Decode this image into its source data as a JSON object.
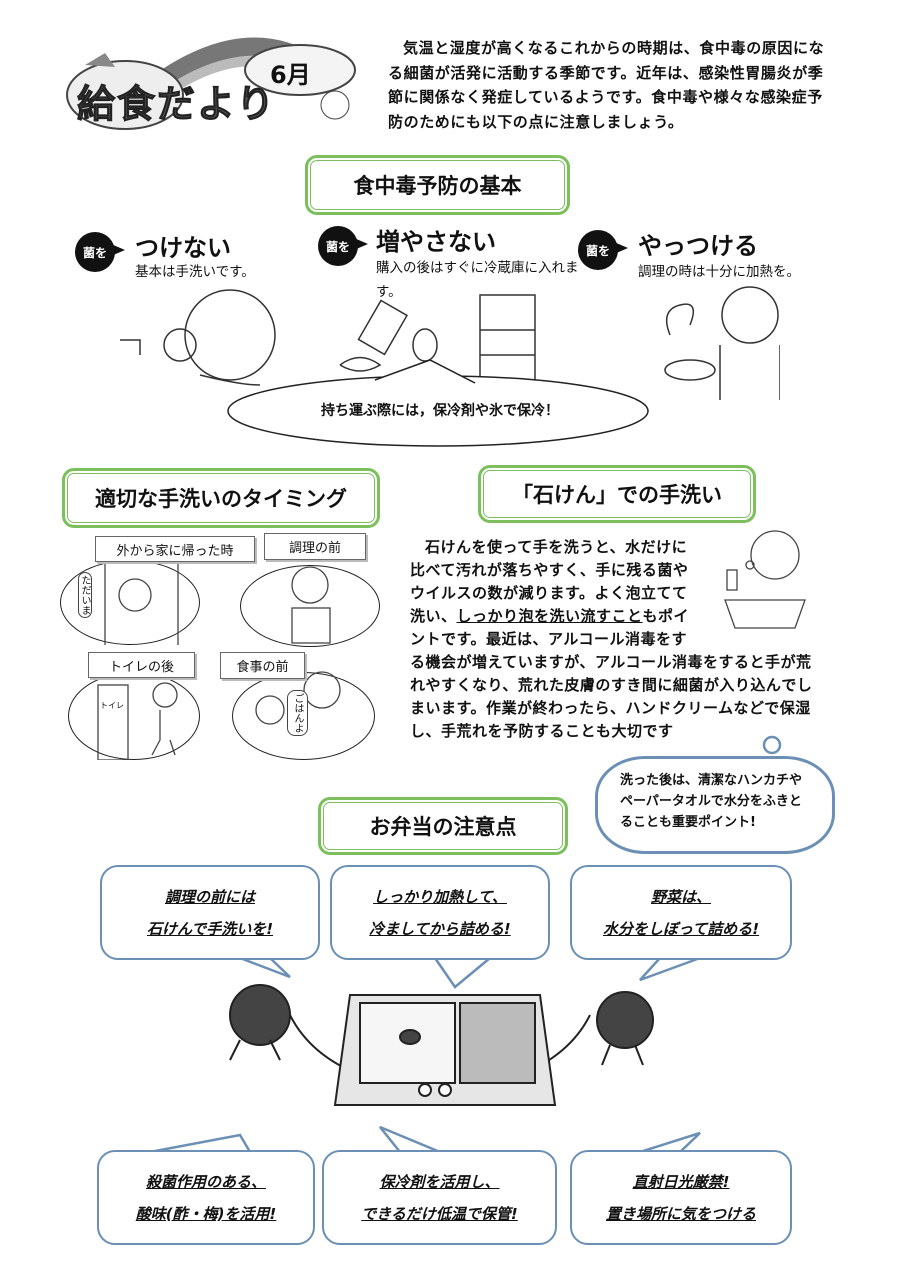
{
  "header": {
    "logo_text": "給食だより",
    "month": "6月",
    "intro": "気温と湿度が高くなるこれからの時期は、食中毒の原因になる細菌が活発に活動する季節です。近年は、感染性胃腸炎が季節に関係なく発症しているようです。食中毒や様々な感染症予防のためにも以下の点に注意しましょう。"
  },
  "basics": {
    "title": "食中毒予防の基本",
    "badge": "菌を",
    "items": [
      {
        "heading": "つけない",
        "text": "基本は手洗いです。"
      },
      {
        "heading": "増やさない",
        "text": "購入の後はすぐに冷蔵庫に入れます。"
      },
      {
        "heading": "やっつける",
        "text": "調理の時は十分に加熱を。"
      }
    ],
    "balloon": "持ち運ぶ際には，保冷剤や氷で保冷！"
  },
  "timing": {
    "title": "適切な手洗いのタイミング",
    "labels": [
      "外から家に帰った時",
      "調理の前",
      "トイレの後",
      "食事の前"
    ],
    "speech": [
      "ただいま",
      "ごはんよ"
    ],
    "door_sign": "トイレ"
  },
  "soap": {
    "title": "「石けん」での手洗い",
    "lines": [
      "石けんを使って手を洗うと、水だけに",
      "比べて汚れが落ちやすく、手に残る菌や",
      "ウイルスの数が減ります。よく泡立てて"
    ],
    "line4_pre": "洗い、",
    "line4_underline": "しっかり泡を洗い流すこと",
    "line4_post": "もポイ",
    "rest": [
      "ントです。最近は、アルコール消毒をす",
      "る機会が増えていますが、アルコール消毒をすると手が荒",
      "れやすくなり、荒れた皮膚のすき間に細菌が入り込んでし",
      "まいます。作業が終わったら、ハンドクリームなどで保湿",
      "し、手荒れを予防することも大切です"
    ],
    "cloud": [
      "洗った後は、清潔なハンカチや",
      "ペーパータオルで水分をふきと",
      "ることも重要ポイント!"
    ]
  },
  "bento": {
    "title": "お弁当の注意点",
    "top": [
      [
        "調理の前には",
        "石けんで手洗いを!"
      ],
      [
        "しっかり加熱して、",
        "冷ましてから詰める!"
      ],
      [
        "野菜は、",
        "水分をしぼって詰める!"
      ]
    ],
    "bottom": [
      [
        "殺菌作用のある、",
        "酸味(酢・梅)を活用!"
      ],
      [
        "保冷剤を活用し、",
        "できるだけ低温で保管!"
      ],
      [
        "直射日光厳禁!",
        "置き場所に気をつける"
      ]
    ]
  },
  "colors": {
    "green": "#7cbf5c",
    "blue": "#6b8fb5"
  }
}
